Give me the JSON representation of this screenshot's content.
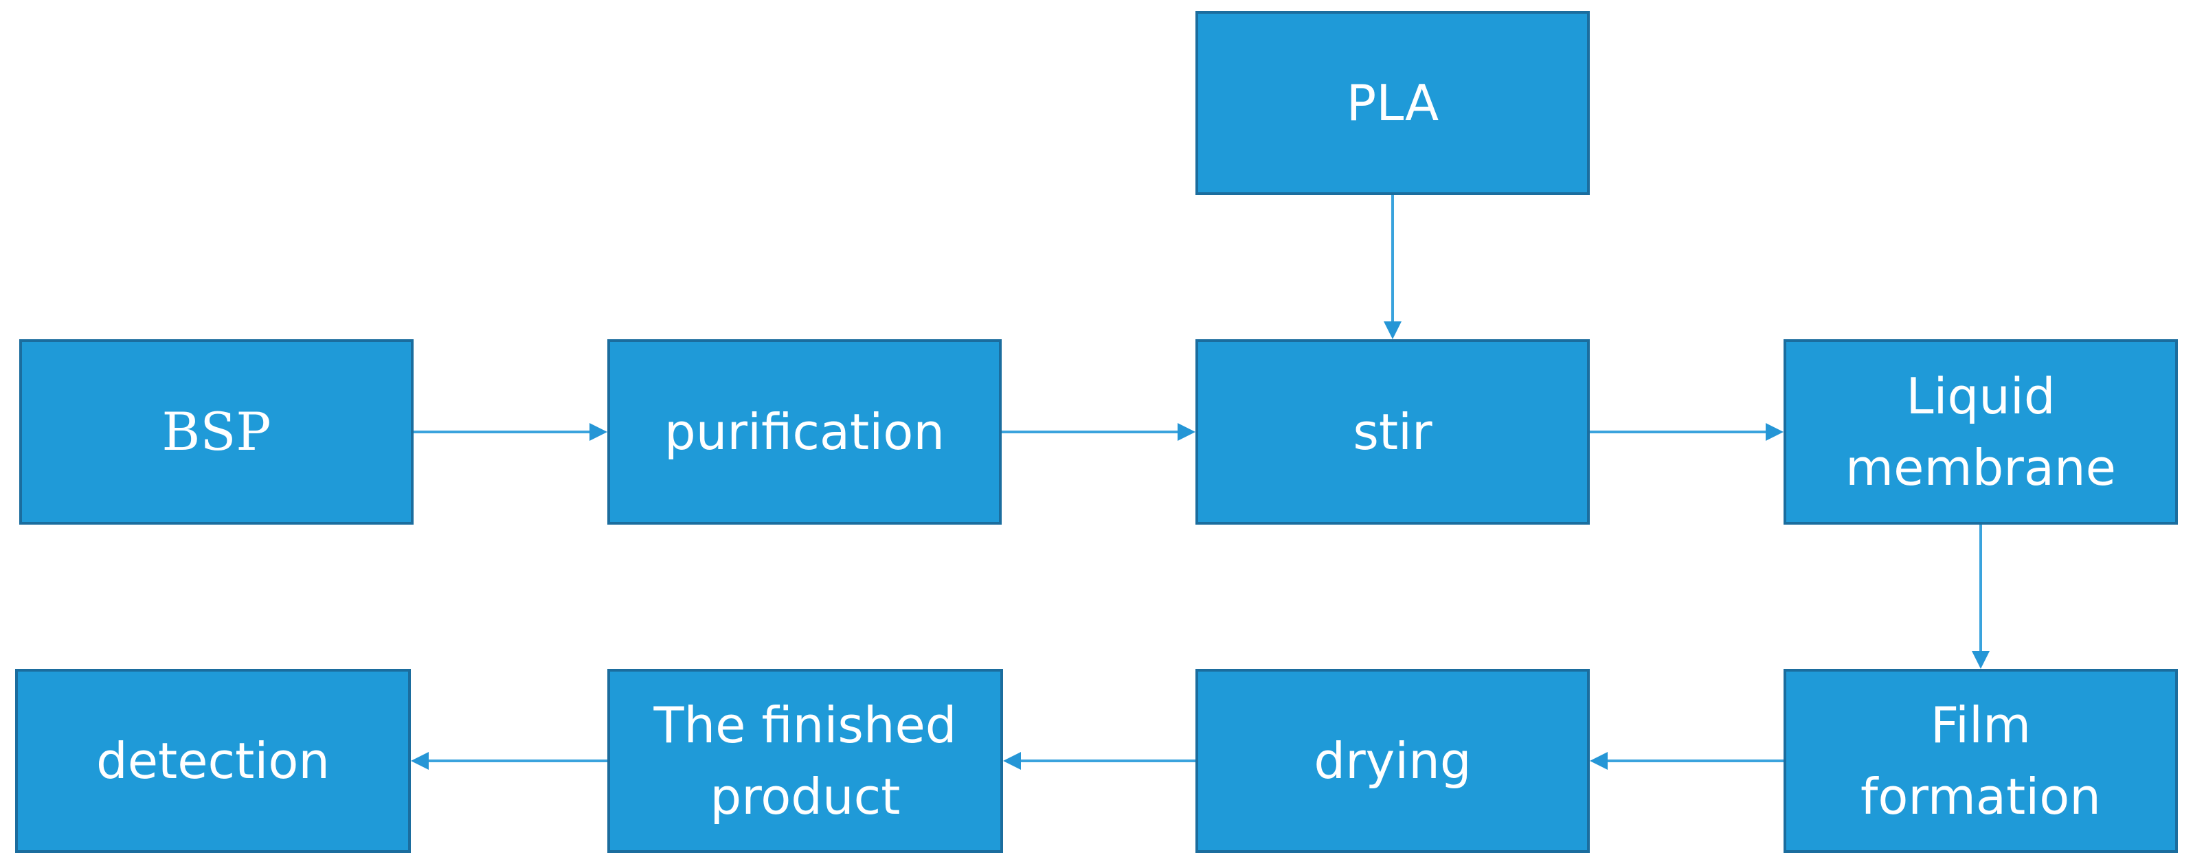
{
  "diagram": {
    "nodes": {
      "bsp": "BSP",
      "purification": "purification",
      "stir": "stir",
      "liquid_membrane": [
        "Liquid",
        "membrane"
      ],
      "pla": "PLA",
      "film_formation": [
        "Film",
        "formation"
      ],
      "drying": "drying",
      "finished_product": [
        "The finished",
        "product"
      ],
      "detection": "detection"
    },
    "edges": [
      {
        "from": "BSP",
        "to": "purification"
      },
      {
        "from": "purification",
        "to": "stir"
      },
      {
        "from": "PLA",
        "to": "stir"
      },
      {
        "from": "stir",
        "to": "Liquid membrane"
      },
      {
        "from": "Liquid membrane",
        "to": "Film formation"
      },
      {
        "from": "Film formation",
        "to": "drying"
      },
      {
        "from": "drying",
        "to": "The finished product"
      },
      {
        "from": "The finished product",
        "to": "detection"
      }
    ],
    "colors": {
      "box_fill": "#1f9ad8",
      "box_border": "#1b6d9e",
      "text": "#ffffff",
      "connector": "#3aa3dd"
    }
  }
}
